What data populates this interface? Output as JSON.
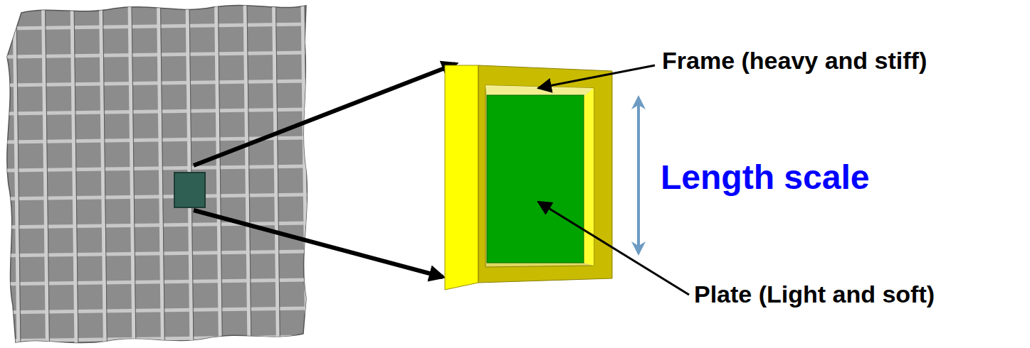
{
  "diagram": {
    "labels": [
      "Frame (heavy and stiff)",
      "Length scale",
      "Plate (Light and soft)"
    ]
  }
}
